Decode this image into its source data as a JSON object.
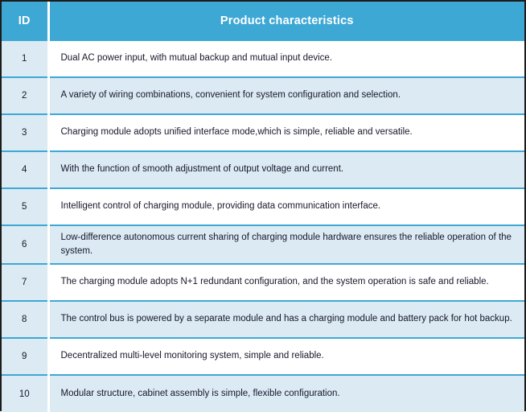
{
  "table": {
    "columns": [
      {
        "key": "id",
        "label": "ID"
      },
      {
        "key": "desc",
        "label": "Product characteristics"
      }
    ],
    "colors": {
      "header_background": "#3ea8d5",
      "header_text": "#ffffff",
      "row_shaded_background": "#dbeaf3",
      "row_plain_background": "#ffffff",
      "id_column_background": "#dbeaf3",
      "row_divider": "#3ea8d5",
      "outer_border": "#1c1c1c",
      "body_text": "#17172b"
    },
    "rows": [
      {
        "id": "1",
        "desc": "Dual AC power input, with mutual backup and mutual input device."
      },
      {
        "id": "2",
        "desc": "A variety of wiring combinations, convenient for system configuration and selection."
      },
      {
        "id": "3",
        "desc": "Charging module adopts unified interface mode,which is simple, reliable and versatile."
      },
      {
        "id": "4",
        "desc": "With the function of smooth adjustment of output voltage and current."
      },
      {
        "id": "5",
        "desc": "Intelligent control of charging module, providing data communication interface."
      },
      {
        "id": "6",
        "desc": "Low-difference autonomous current sharing of charging module hardware ensures the reliable operation of the system."
      },
      {
        "id": "7",
        "desc": "The charging module adopts N+1 redundant configuration, and the system operation is safe and reliable."
      },
      {
        "id": "8",
        "desc": "The control bus is powered by a separate module and has a charging module and battery pack for hot backup."
      },
      {
        "id": "9",
        "desc": "Decentralized multi-level monitoring system, simple and reliable."
      },
      {
        "id": "10",
        "desc": "Modular structure, cabinet assembly is simple, flexible configuration."
      }
    ]
  }
}
